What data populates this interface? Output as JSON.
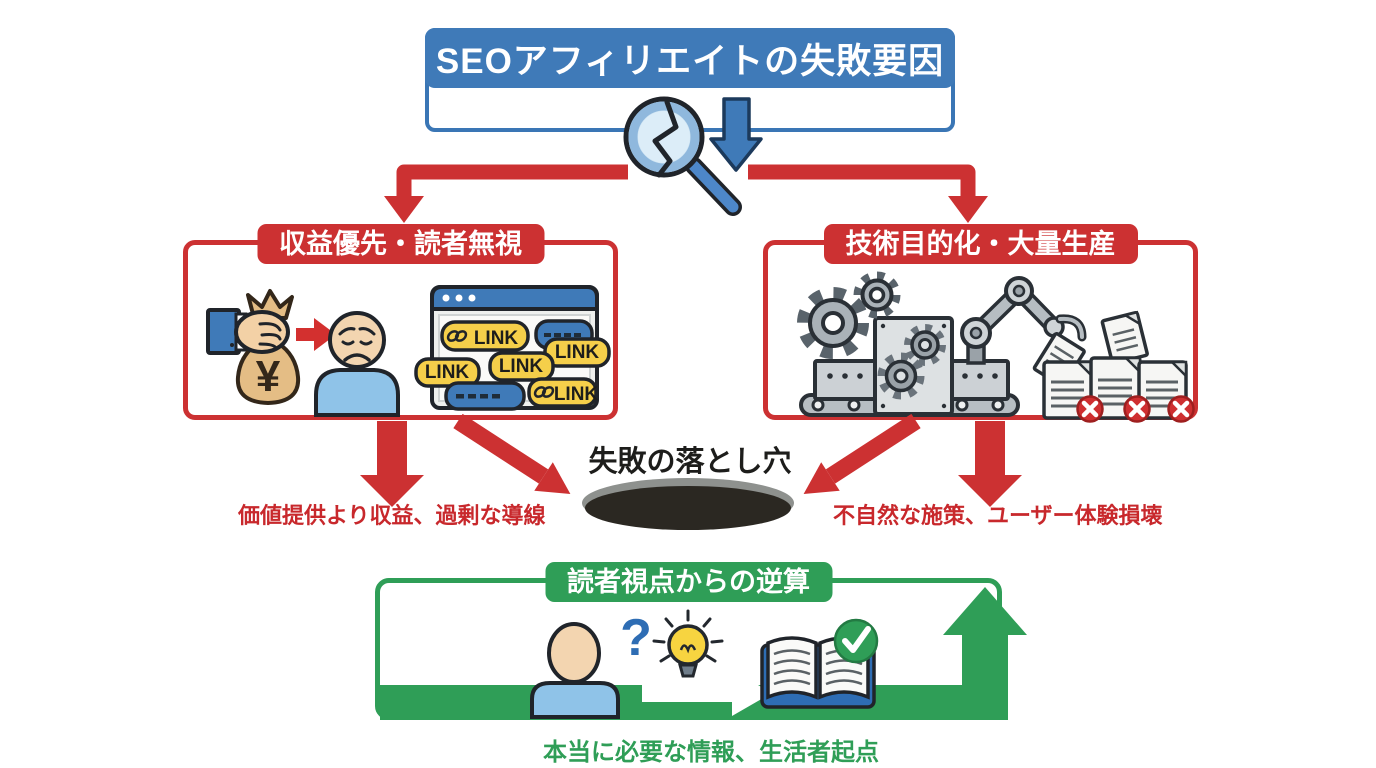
{
  "title": {
    "label": "SEOアフィリエイトの失敗要因"
  },
  "colors": {
    "blue": "#3f7ab8",
    "red": "#cc3132",
    "green": "#2f9e57",
    "yellow": "#f5cf4a",
    "pit": "#2b2822"
  },
  "icons": {
    "header": [
      "cracked-magnifier-icon",
      "down-arrow-icon"
    ],
    "left_box": [
      "money-hand-icon",
      "sad-reader-icon",
      "link-spam-browser-icon"
    ],
    "right_box": [
      "gears-icon",
      "factory-machine-icon",
      "robot-arm-icon",
      "rejected-documents-icon"
    ],
    "green_box": [
      "questioning-person-icon",
      "idea-bulb-icon",
      "open-book-check-icon",
      "up-arrow-icon"
    ]
  },
  "left_box": {
    "title": "収益優先・読者無視",
    "caption": "価値提供より収益、過剰な導線",
    "money_symbol": "¥",
    "browser": {
      "links": [
        "LINK",
        "LINK",
        "LINK",
        "LINK",
        "LINK"
      ]
    }
  },
  "right_box": {
    "title": "技術目的化・大量生産",
    "caption": "不自然な施策、ユーザー体験損壊"
  },
  "pit": {
    "label": "失敗の落とし穴"
  },
  "green_box": {
    "title": "読者視点からの逆算",
    "caption": "本当に必要な情報、生活者起点",
    "question_mark": "?"
  }
}
